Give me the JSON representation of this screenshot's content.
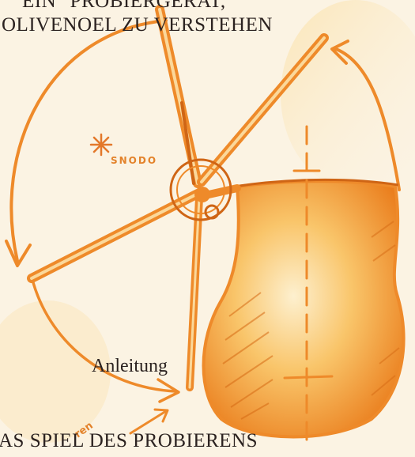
{
  "captions": {
    "top_line_1": "EIN \"PROBIERGERAT,",
    "top_line_2": "OLIVENOEL ZU VERSTEHEN",
    "middle": "Anleitung",
    "bottom": "AS SPIEL DES PROBIERENS"
  },
  "handwritten": {
    "snodo": "SNODO",
    "scribble": "ren"
  },
  "colors": {
    "paper": "#fbf3e3",
    "orange": "#ee8a2a",
    "orange_dark": "#cf6515",
    "jar_light": "#fbd89a",
    "ink": "#2b2220"
  },
  "icons": [
    "star-icon",
    "curved-arrow-icon"
  ]
}
